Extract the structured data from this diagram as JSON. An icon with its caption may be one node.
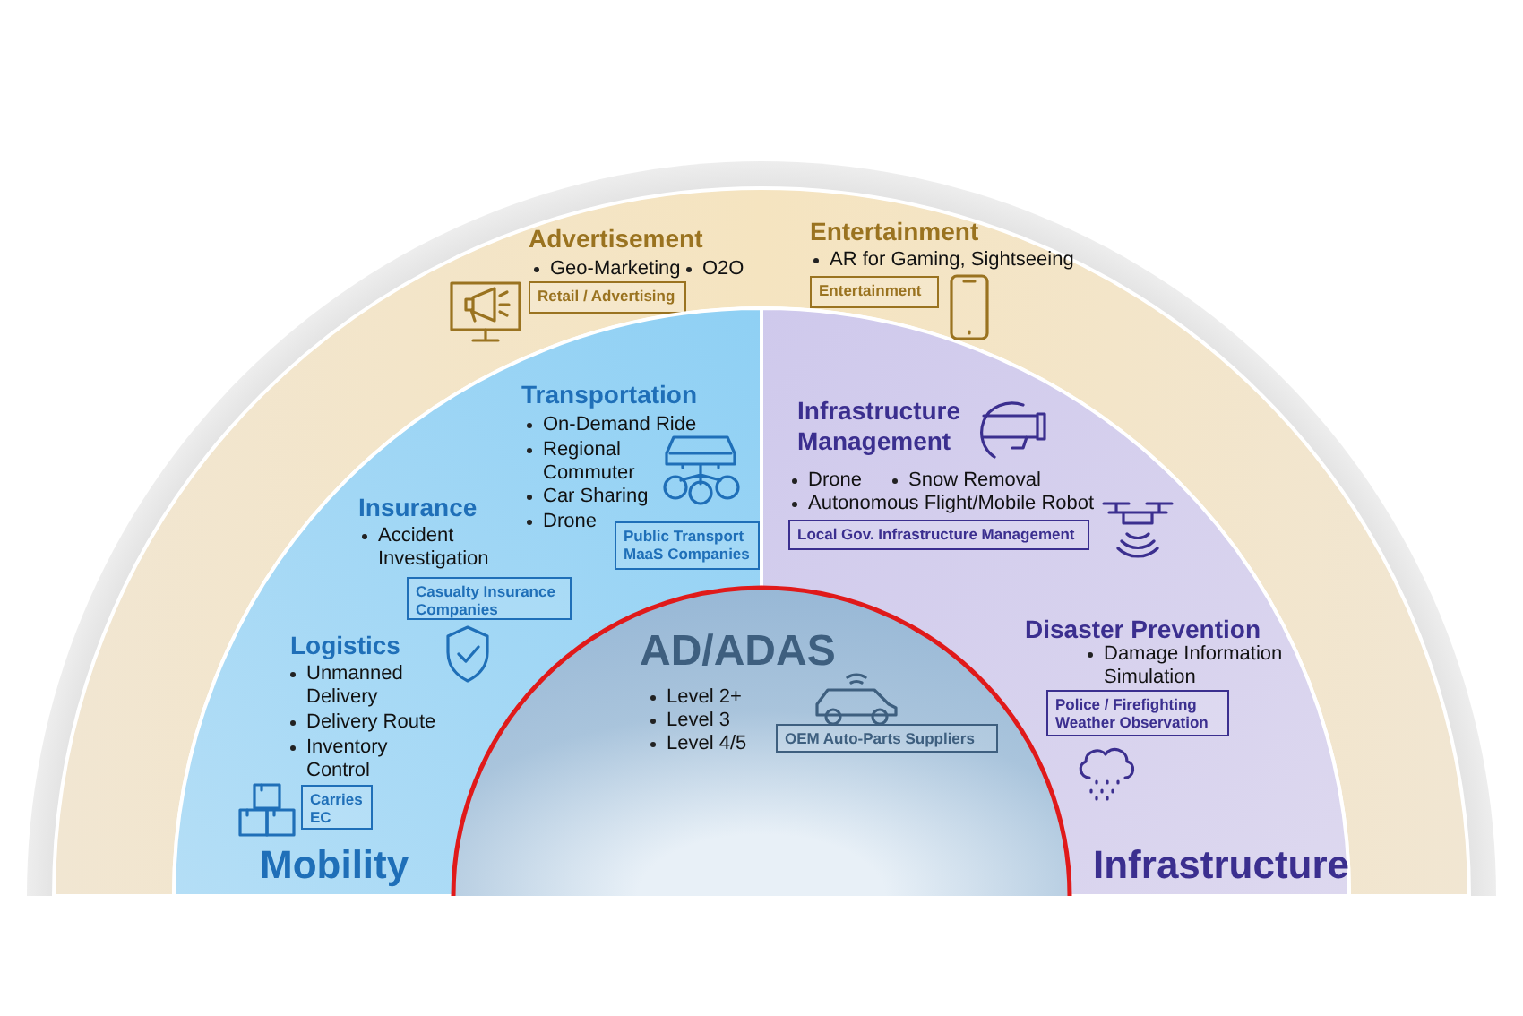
{
  "diagram": {
    "nodes": [
      {
        "text": [],
        "shape": "band"
      },
      {
        "text": [
          "Retail / Advertising"
        ],
        "in": 0
      },
      {
        "text": [
          "Entertainment"
        ],
        "in": 0
      },
      {
        "text": [
          "Mobility"
        ]
      },
      {
        "text": [
          "Infrastructure"
        ]
      },
      {
        "text": [
          "Public Transport MaaS Companies"
        ],
        "in": 3
      },
      {
        "text": [
          "Local Gov. Infrastructure Management"
        ],
        "in": 4
      },
      {
        "text": [
          "Casualty Insurance Companies"
        ],
        "in": 3
      },
      {
        "text": [
          "AD/ADAS"
        ]
      },
      {
        "text": [
          "Police / Firefighting Weather Observation"
        ],
        "in": 4
      },
      {
        "text": [
          "Carries EC"
        ],
        "in": 3
      },
      {
        "text": [
          "OEM Auto-Parts Suppliers"
        ],
        "in": 8
      }
    ],
    "labels": [
      "Advertisement",
      "Geo-Marketing",
      "O2O",
      "Entertainment",
      "AR for Gaming, Sightseeing",
      "Transportation",
      "On-Demand Ride",
      "Regional Commuter",
      "Car Sharing",
      "Drone",
      "Infrastructure Management",
      "Drone",
      "Snow Removal",
      "Autonomous Flight/Mobile Robot",
      "Insurance",
      "Accident Investigation",
      "Disaster Prevention",
      "Damage Information Simulation",
      "Logistics",
      "Unmanned Delivery",
      "Delivery Route",
      "Inventory Control",
      "Level 2+",
      "Level 3",
      "Level 4/5"
    ]
  }
}
